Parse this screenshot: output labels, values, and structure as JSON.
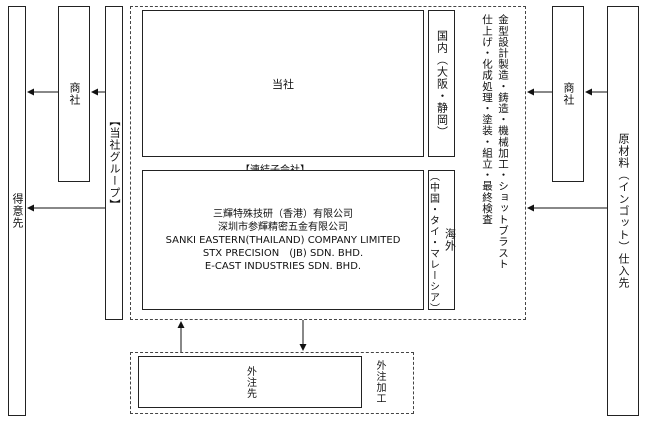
{
  "nodes": {
    "customer": "得意先",
    "trading_left": "商社",
    "group_label": "【当社グループ】",
    "company": "当社",
    "domestic": "国内（大阪・静岡）",
    "subsidiaries_label": "【連結子会社】",
    "subsidiaries": [
      "三輝特殊技研（香港）有限公司",
      "深圳市参輝精密五金有限公司",
      "SANKI EASTERN(THAILAND) COMPANY LIMITED",
      "STX PRECISION　(JB) SDN. BHD.",
      "E-CAST INDUSTRIES SDN. BHD."
    ],
    "overseas_title": "海外",
    "overseas_sub": "（中国・タイ・マレーシア）",
    "process": "金型設計製造・鋳造・機械加工・ショットブラスト",
    "process2": "仕上げ・化成処理・塗装・組立・最終検査",
    "trading_right": "商社",
    "raw_material": "原材料（インゴット）仕入先",
    "outsource": "外注先",
    "outsource_process": "外注加工"
  }
}
